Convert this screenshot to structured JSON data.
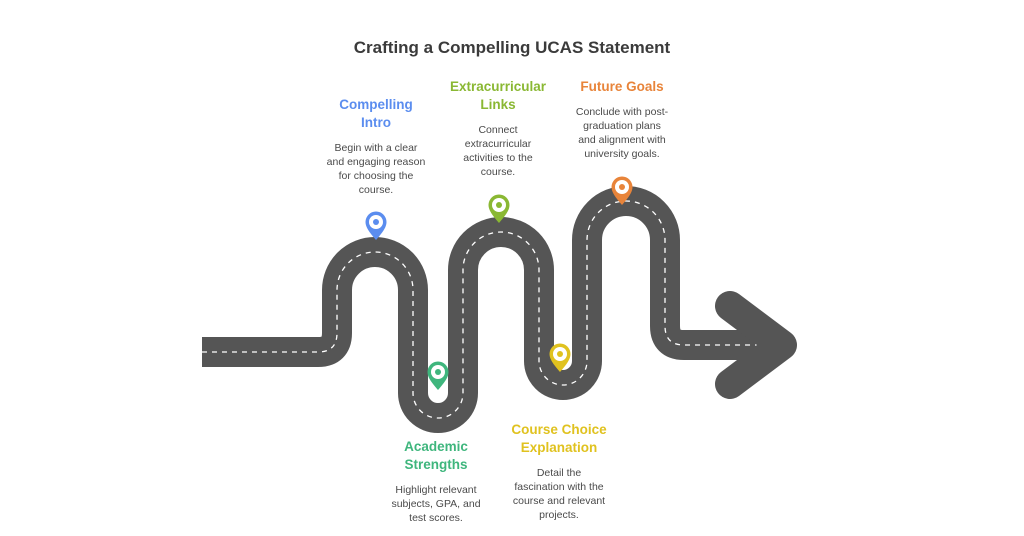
{
  "title": "Crafting a Compelling UCAS Statement",
  "steps": [
    {
      "id": "compelling-intro",
      "title_lines": [
        "Compelling",
        "Intro"
      ],
      "desc_lines": [
        "Begin with a clear",
        "and engaging reason",
        "for choosing the",
        "course."
      ],
      "color": "#5b8def",
      "icon": "location-pin-icon"
    },
    {
      "id": "academic-strengths",
      "title_lines": [
        "Academic",
        "Strengths"
      ],
      "desc_lines": [
        "Highlight relevant",
        "subjects, GPA, and",
        "test scores."
      ],
      "color": "#3fb67d",
      "icon": "location-pin-icon"
    },
    {
      "id": "extracurricular-links",
      "title_lines": [
        "Extracurricular",
        "Links"
      ],
      "desc_lines": [
        "Connect",
        "extracurricular",
        "activities to the",
        "course."
      ],
      "color": "#8ab833",
      "icon": "location-pin-icon"
    },
    {
      "id": "course-choice-explanation",
      "title_lines": [
        "Course Choice",
        "Explanation"
      ],
      "desc_lines": [
        "Detail the",
        "fascination with the",
        "course and relevant",
        "projects."
      ],
      "color": "#e0c21f",
      "icon": "location-pin-icon"
    },
    {
      "id": "future-goals",
      "title_lines": [
        "Future Goals"
      ],
      "desc_lines": [
        "Conclude with post-",
        "graduation plans",
        "and alignment with",
        "university goals."
      ],
      "color": "#e8843a",
      "icon": "location-pin-icon"
    }
  ],
  "colors": {
    "road": "#555555",
    "dash": "#ffffff",
    "title": "#3b3b3b",
    "text": "#4a4a4a"
  }
}
